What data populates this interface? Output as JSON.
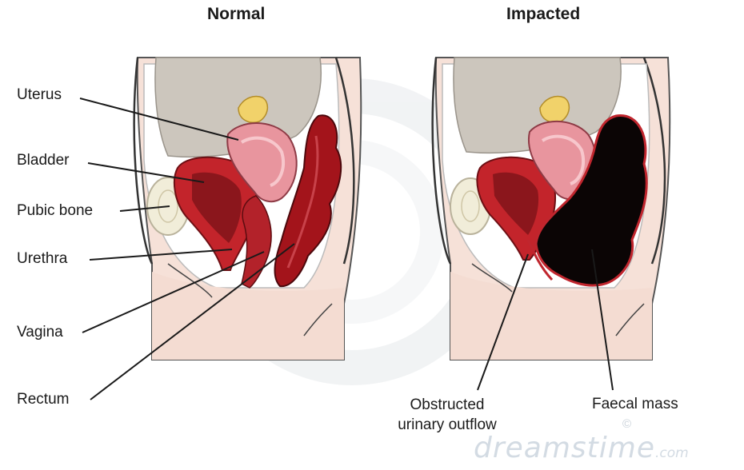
{
  "panels": {
    "left_title": "Normal",
    "right_title": "Impacted"
  },
  "labels": {
    "uterus": "Uterus",
    "bladder": "Bladder",
    "pubic_bone": "Pubic bone",
    "urethra": "Urethra",
    "vagina": "Vagina",
    "rectum": "Rectum",
    "obstructed_line1": "Obstructed",
    "obstructed_line2": "urinary outflow",
    "faecal_mass": "Faecal mass"
  },
  "watermark": {
    "brand": "dreamstime",
    "suffix": ".com",
    "symbol": "©"
  },
  "colors": {
    "skin": "#f4dcd2",
    "bone": "#ccc6bd",
    "bladder": "#b81f27",
    "uterus": "#e89aa3",
    "rectum": "#a2151c",
    "faecal_mass": "#0b0505",
    "outline": "#3a3030"
  }
}
